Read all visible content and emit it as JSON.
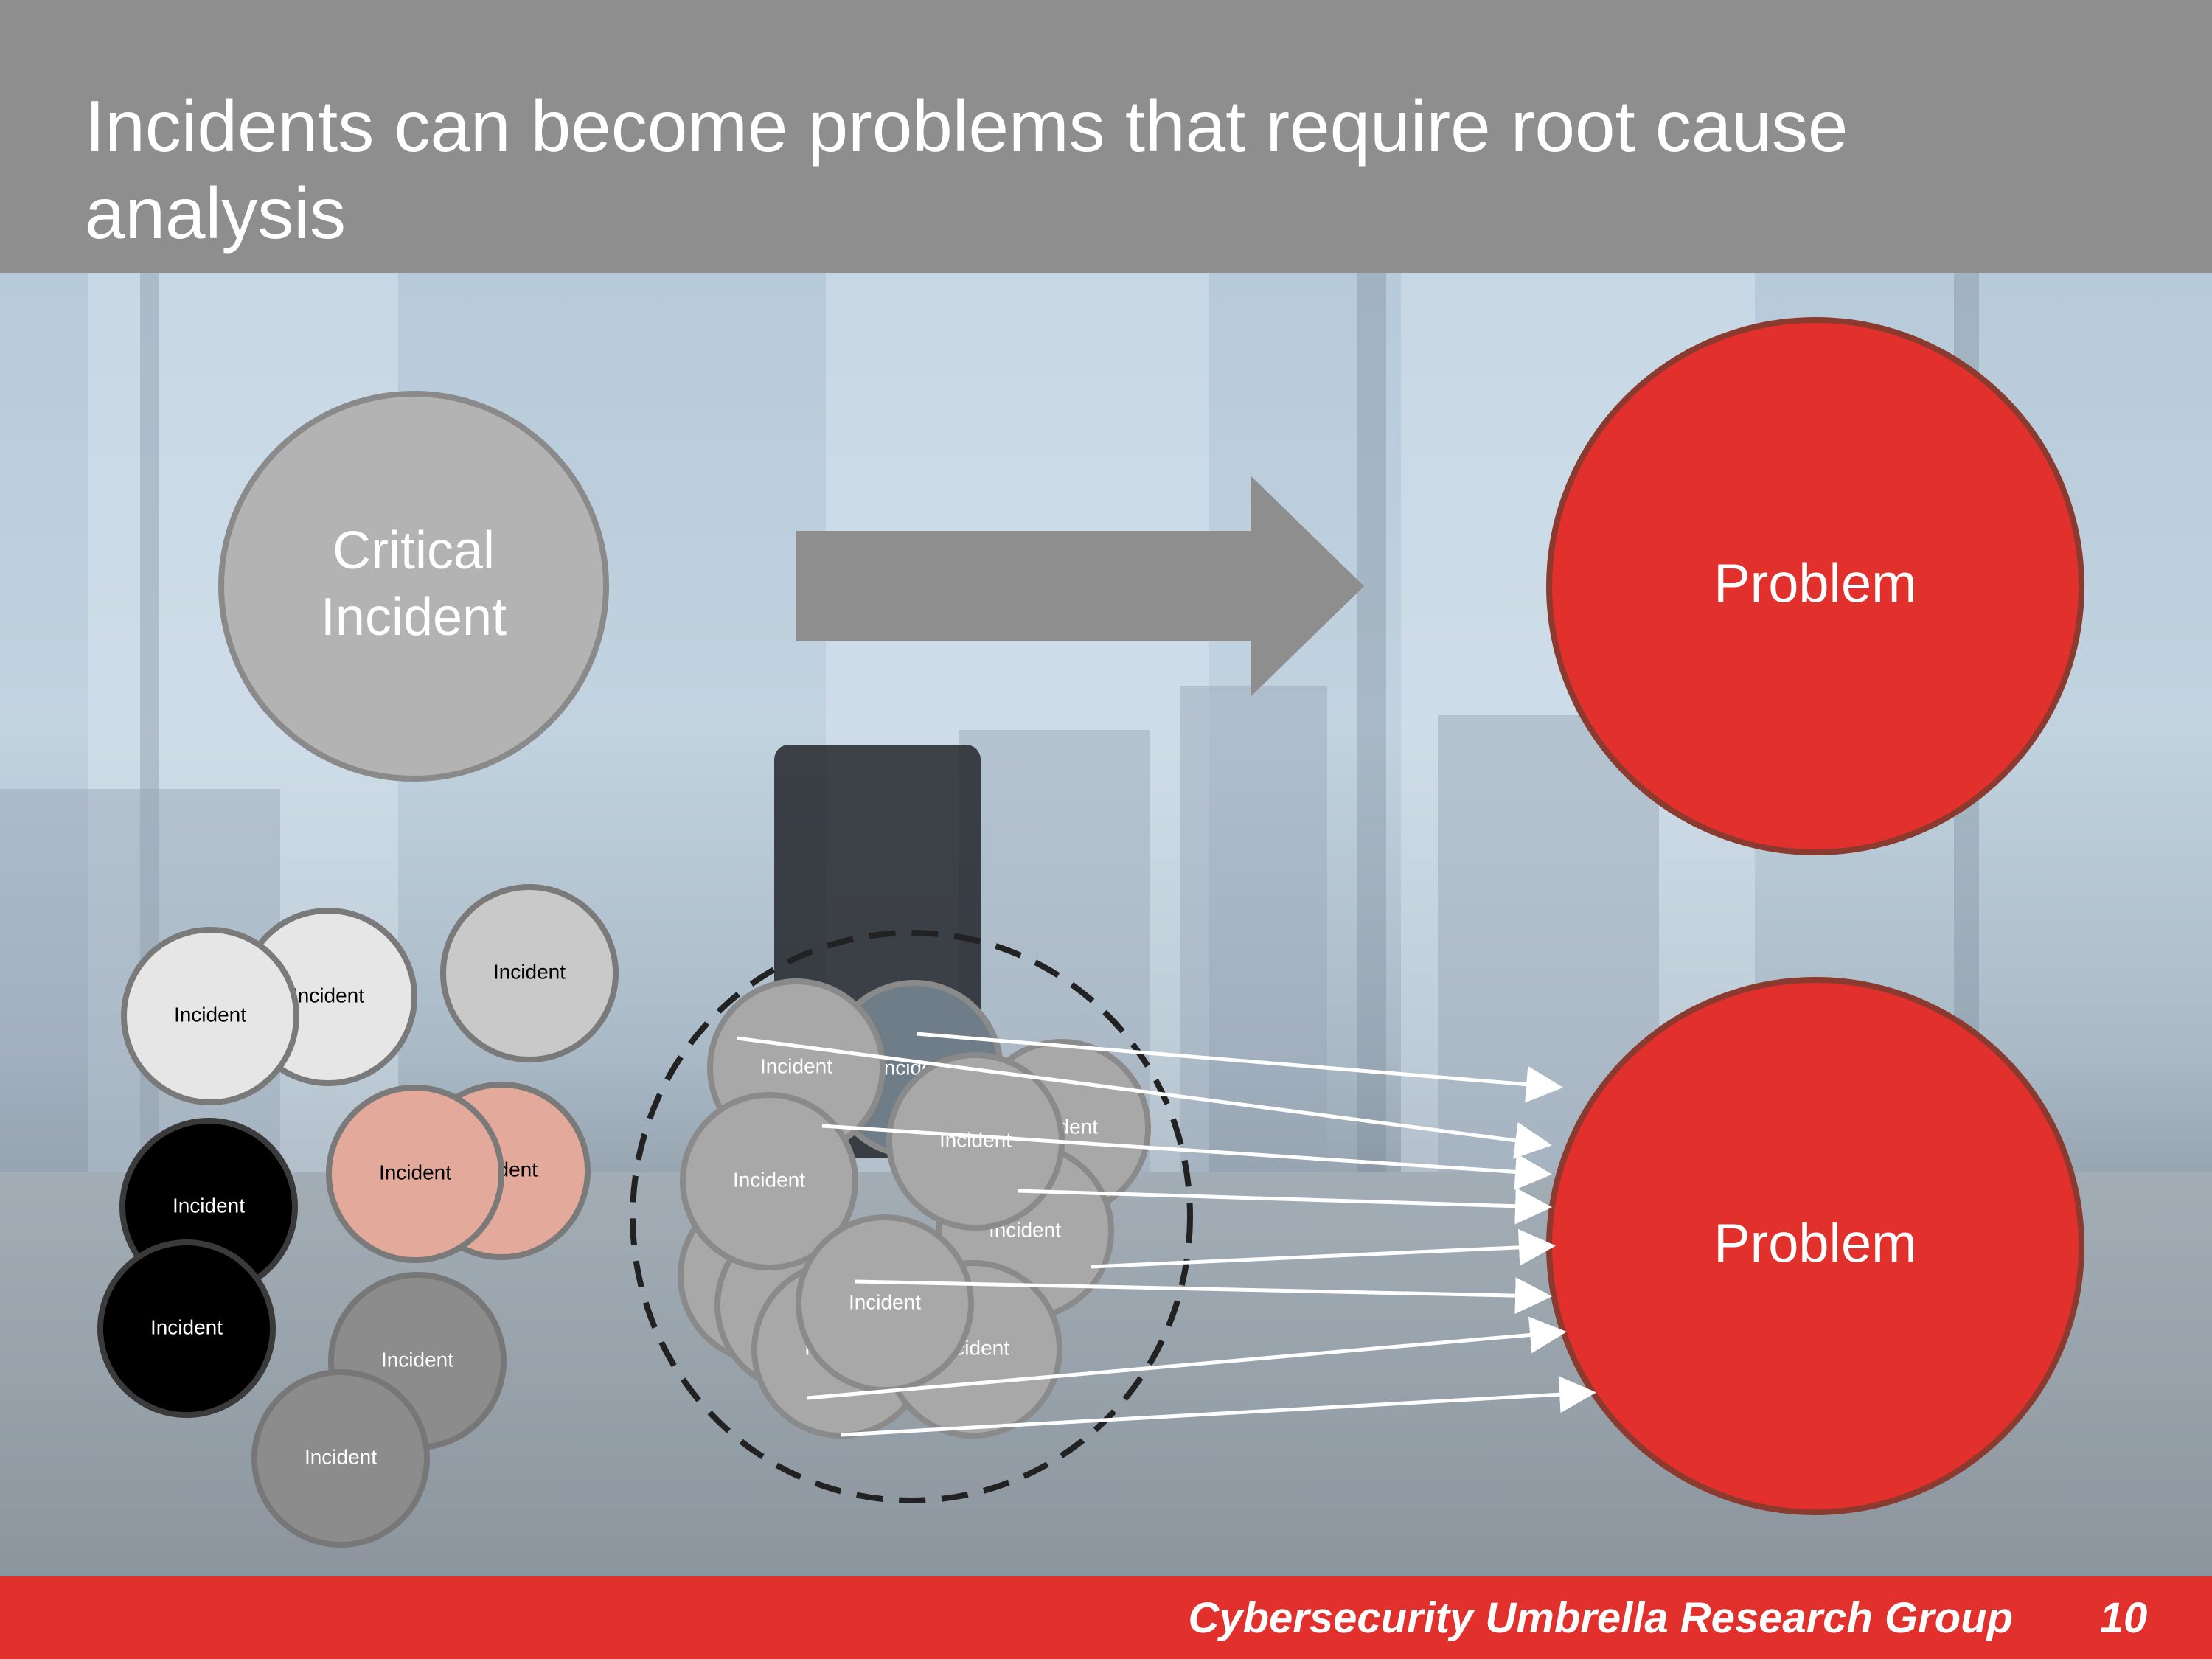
{
  "slide": {
    "title": "Incidents can become problems that require root cause analysis",
    "footer_brand": "Cybersecurity Umbrella Research Group",
    "page_number": "10"
  },
  "diagram": {
    "critical_incident_label": [
      "Critical",
      "Incident"
    ],
    "problem_label": "Problem",
    "incident_label": "Incident",
    "colors": {
      "header_gray": "#8e8e8e",
      "footer_red": "#e2302d",
      "problem_red": "#e2302d",
      "critical_gray": "#b3b3b3",
      "arrow_gray": "#8e8e8e",
      "incident_light": "#e6e6e6",
      "incident_mid": "#c9c9c9",
      "incident_salmon": "#e3a99a",
      "incident_black": "#000000",
      "incident_dark": "#8c8c8c",
      "cluster_gray": "#a8a8a8"
    }
  }
}
